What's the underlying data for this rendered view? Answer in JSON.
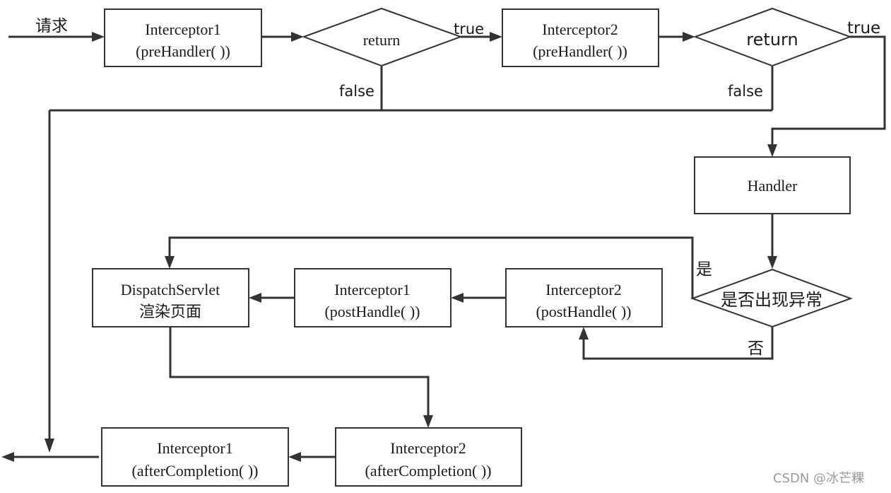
{
  "request_label": "请求",
  "boxes": {
    "pre1": [
      "Interceptor1",
      "(preHandler( ))"
    ],
    "pre2": [
      "Interceptor2",
      "(preHandler( ))"
    ],
    "handler": [
      "Handler"
    ],
    "post2": [
      "Interceptor2",
      "(postHandle( ))"
    ],
    "post1": [
      "Interceptor1",
      "(postHandle( ))"
    ],
    "dispatch": [
      "DispatchServlet",
      "渲染页面"
    ],
    "after2": [
      "Interceptor2",
      "(afterCompletion( ))"
    ],
    "after1": [
      "Interceptor1",
      "(afterCompletion( ))"
    ]
  },
  "decisions": {
    "return1": "return",
    "return2": "return",
    "exception": "是否出现异常"
  },
  "edge_labels": {
    "true1": "true",
    "false1": "false",
    "true2": "true",
    "false2": "false",
    "yes": "是",
    "no": "否"
  },
  "watermark": "CSDN @冰芒粿"
}
